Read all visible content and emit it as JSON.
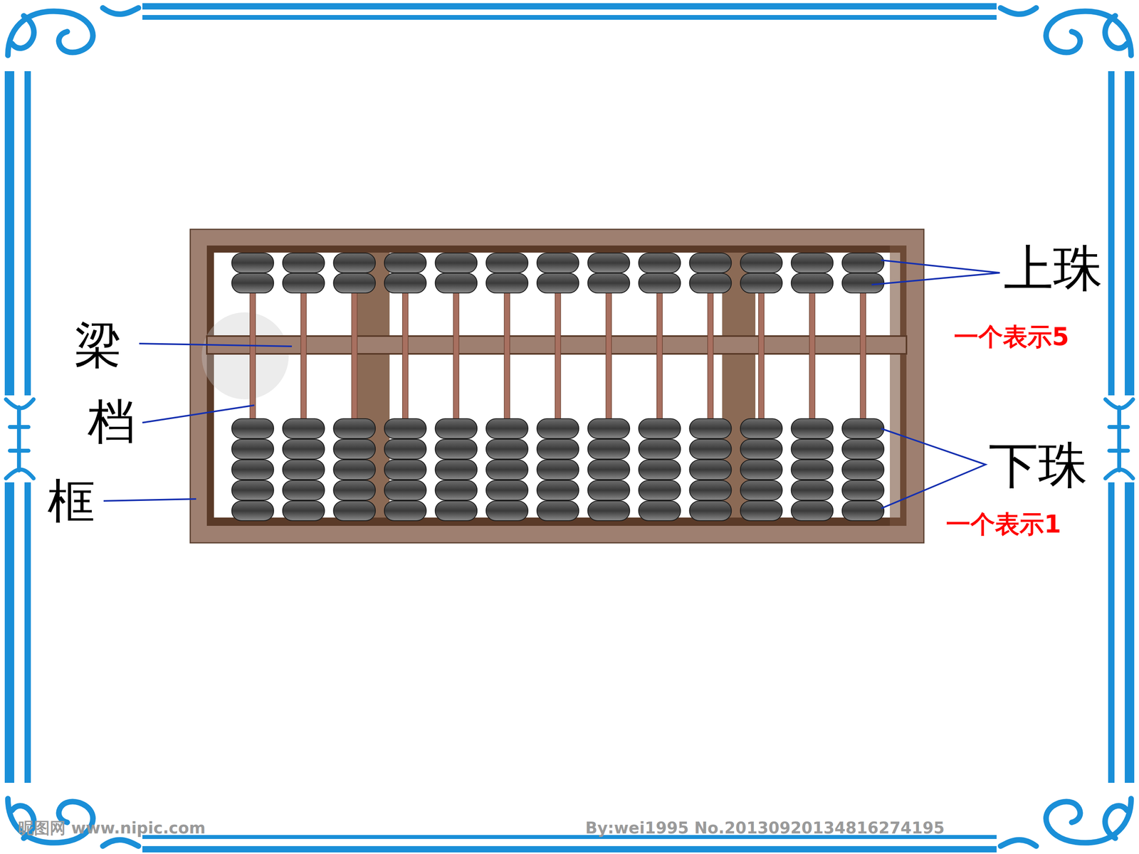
{
  "diagram": {
    "labels": [
      "梁",
      "档",
      "框",
      "上珠",
      "一个表示5",
      "下珠",
      "一个表示1",
      "昵图网 www.nipic.com",
      "By:wei1995 No.20130920134816274195"
    ]
  }
}
